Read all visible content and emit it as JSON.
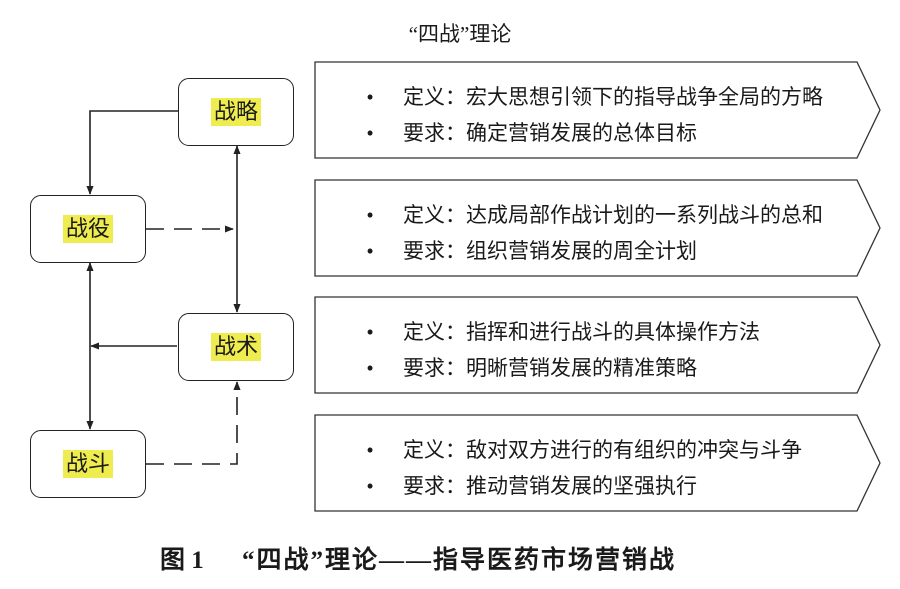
{
  "title": "“四战”理论",
  "nodes": [
    {
      "label": "战略"
    },
    {
      "label": "战役"
    },
    {
      "label": "战术"
    },
    {
      "label": "战斗"
    }
  ],
  "bullet": "•",
  "panels": [
    {
      "definition": "定义：宏大思想引领下的指导战争全局的方略",
      "requirement": "要求：确定营销发展的总体目标"
    },
    {
      "definition": "定义：达成局部作战计划的一系列战斗的总和",
      "requirement": "要求：组织营销发展的周全计划"
    },
    {
      "definition": "定义：指挥和进行战斗的具体操作方法",
      "requirement": "要求：明晰营销发展的精准策略"
    },
    {
      "definition": "定义：敌对双方进行的有组织的冲突与斗争",
      "requirement": "要求：推动营销发展的坚强执行"
    }
  ],
  "caption": {
    "number": "图 1",
    "text": "“四战”理论——指导医药市场营销战"
  },
  "colors": {
    "highlight": "#eeec4e",
    "line": "#222222"
  }
}
